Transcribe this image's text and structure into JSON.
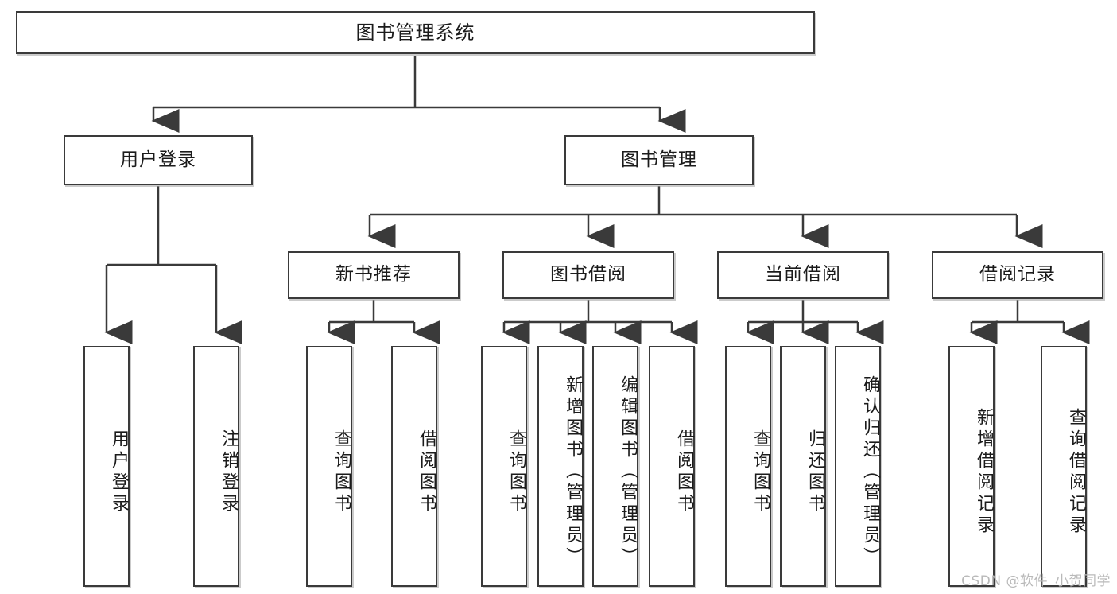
{
  "diagram": {
    "title": "图书管理系统",
    "type": "tree-hierarchy-diagram",
    "watermark": "CSDN @软件_小贺同学",
    "colors": {
      "box_border": "#3a3a3a",
      "box_fill": "#ffffff",
      "connector": "#3a3a3a",
      "text": "#1b1b1b",
      "watermark": "#b9b9b9"
    },
    "levels": {
      "root": {
        "label": "图书管理系统"
      },
      "level2": [
        {
          "label": "用户登录"
        },
        {
          "label": "图书管理"
        }
      ],
      "level3": [
        {
          "label": "新书推荐"
        },
        {
          "label": "图书借阅"
        },
        {
          "label": "当前借阅"
        },
        {
          "label": "借阅记录"
        }
      ],
      "leaves": [
        {
          "label": "用户登录",
          "parent": "用户登录"
        },
        {
          "label": "注销登录",
          "parent": "用户登录"
        },
        {
          "label": "查询图书",
          "parent": "新书推荐"
        },
        {
          "label": "借阅图书",
          "parent": "新书推荐"
        },
        {
          "label": "查询图书",
          "parent": "图书借阅"
        },
        {
          "label": "新增图书（管理员）",
          "parent": "图书借阅"
        },
        {
          "label": "编辑图书（管理员）",
          "parent": "图书借阅"
        },
        {
          "label": "借阅图书",
          "parent": "图书借阅"
        },
        {
          "label": "查询图书",
          "parent": "当前借阅"
        },
        {
          "label": "归还图书",
          "parent": "当前借阅"
        },
        {
          "label": "确认归还（管理员）",
          "parent": "当前借阅"
        },
        {
          "label": "新增借阅记录",
          "parent": "借阅记录"
        },
        {
          "label": "查询借阅记录",
          "parent": "借阅记录"
        }
      ]
    }
  }
}
